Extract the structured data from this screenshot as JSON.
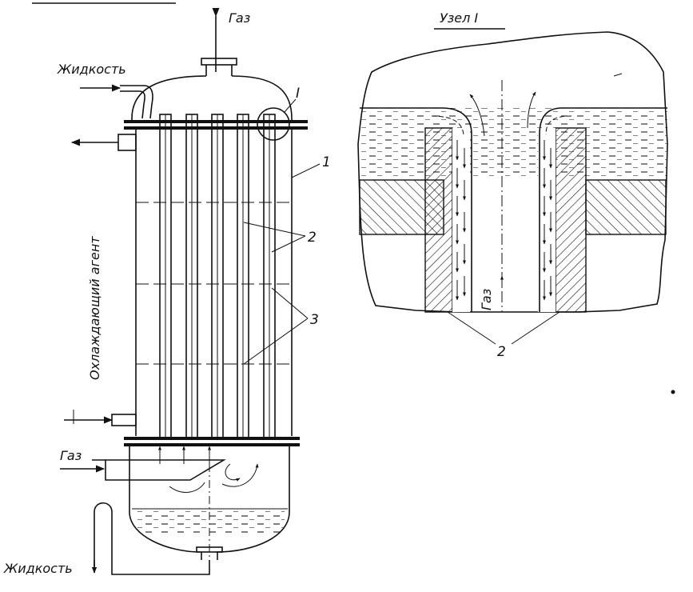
{
  "labels": {
    "gas_top": "Газ",
    "liquid_in": "Жидкость",
    "coolant": "Охлаждающий агент",
    "gas_in": "Газ",
    "liquid_out": "Жидкость",
    "detail_title": "Узел I",
    "detail_gas": "Газ",
    "node_marker": "I",
    "ref_1": "1",
    "ref_2": "2",
    "ref_3": "3",
    "detail_ref_2": "2"
  }
}
